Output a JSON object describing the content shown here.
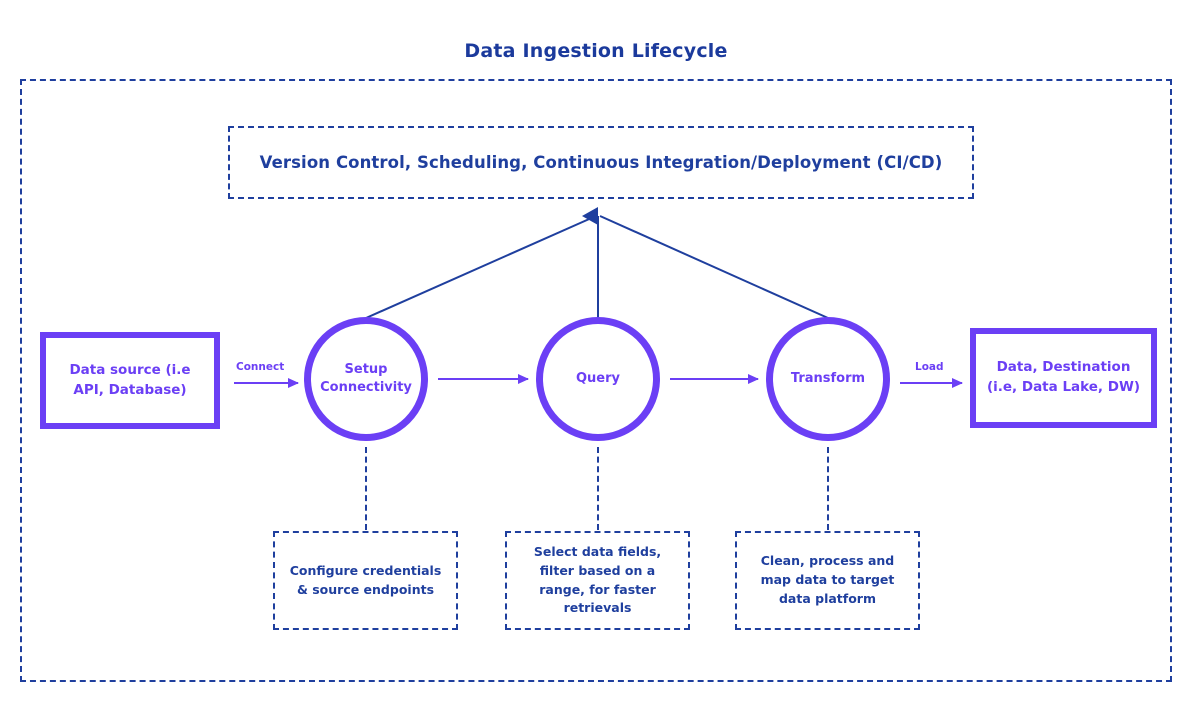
{
  "title": "Data Ingestion Lifecycle",
  "colors": {
    "purple": "#6b3ff5",
    "dark_blue": "#1f3f9e",
    "title_blue": "#1b3a9c",
    "background": "#ffffff"
  },
  "governance_banner": {
    "label": "Version Control, Scheduling, Continuous Integration/Deployment (CI/CD)"
  },
  "source": {
    "label": "Data source (i.e API, Database)"
  },
  "destination": {
    "label": "Data, Destination (i.e, Data Lake, DW)"
  },
  "stages": [
    {
      "id": "setup",
      "label": "Setup Connectivity",
      "detail": "Configure credentials & source endpoints"
    },
    {
      "id": "query",
      "label": "Query",
      "detail": "Select data fields, filter based on a range, for faster retrievals"
    },
    {
      "id": "transform",
      "label": "Transform",
      "detail": "Clean, process and map data to target data platform"
    }
  ],
  "arrows": [
    {
      "id": "connect",
      "label": "Connect"
    },
    {
      "id": "load",
      "label": "Load"
    }
  ]
}
